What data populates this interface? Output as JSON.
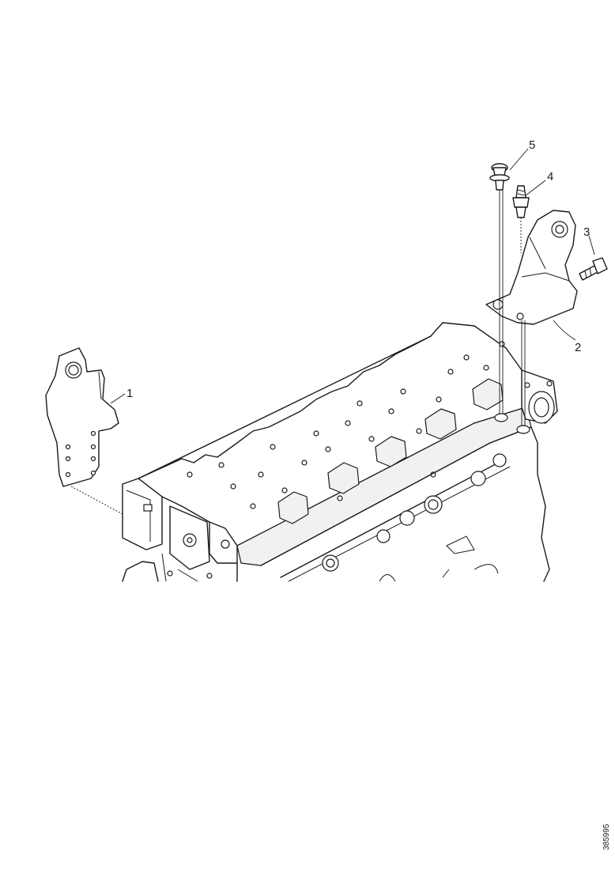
{
  "callouts": {
    "c1": "1",
    "c2": "2",
    "c3": "3",
    "c4": "4",
    "c5": "5"
  },
  "drawing_ref": "385995"
}
